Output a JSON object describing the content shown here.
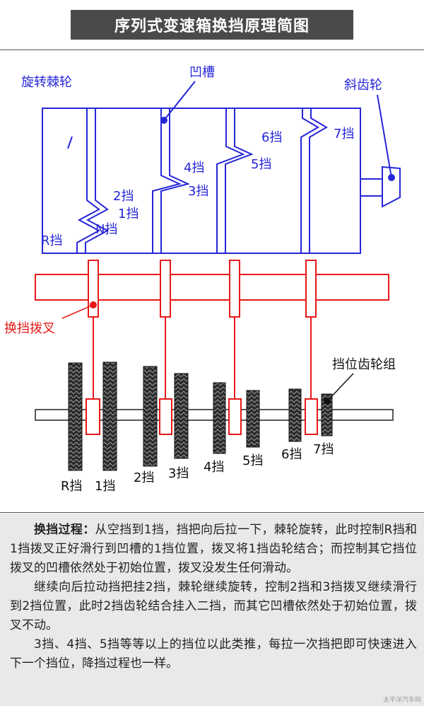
{
  "title": "序列式变速箱换挡原理简图",
  "labels": {
    "ratchet": "旋转棘轮",
    "groove": "凹槽",
    "bevel_gear": "斜齿轮",
    "shift_fork": "换挡拨叉",
    "gear_group": "挡位齿轮组"
  },
  "groove_labels": [
    "R挡",
    "N挡",
    "1挡",
    "2挡",
    "3挡",
    "4挡",
    "5挡",
    "6挡",
    "7挡"
  ],
  "gear_labels": [
    "R挡",
    "1挡",
    "2挡",
    "3挡",
    "4挡",
    "5挡",
    "6挡",
    "7挡"
  ],
  "description": {
    "p1_heading": "换挡过程：",
    "p1_text": "从空挡到1挡，挡把向后拉一下，棘轮旋转，此时控制R挡和1挡拨叉正好滑行到凹槽的1挡位置，拨叉将1挡齿轮结合；而控制其它挡位拨叉的凹槽依然处于初始位置，拨叉没发生任何滑动。",
    "p2": "继续向后拉动挡把挂2挡，棘轮继续旋转，控制2挡和3挡拨叉继续滑行到2挡位置，此时2挡齿轮结合挂入二挡，而其它凹槽依然处于初始位置，拨叉不动。",
    "p3": "3挡、4挡、5挡等等以上的挡位以此类推，每拉一次挡把即可快速进入下一个挡位，降挡过程也一样。"
  },
  "watermark": "太平洋汽车网",
  "colors": {
    "ratchet": "#2626d9",
    "fork": "#e81818",
    "gear": "#333333",
    "title_bg": "#4a4a4a",
    "desc_bg": "#e9e9e9"
  }
}
